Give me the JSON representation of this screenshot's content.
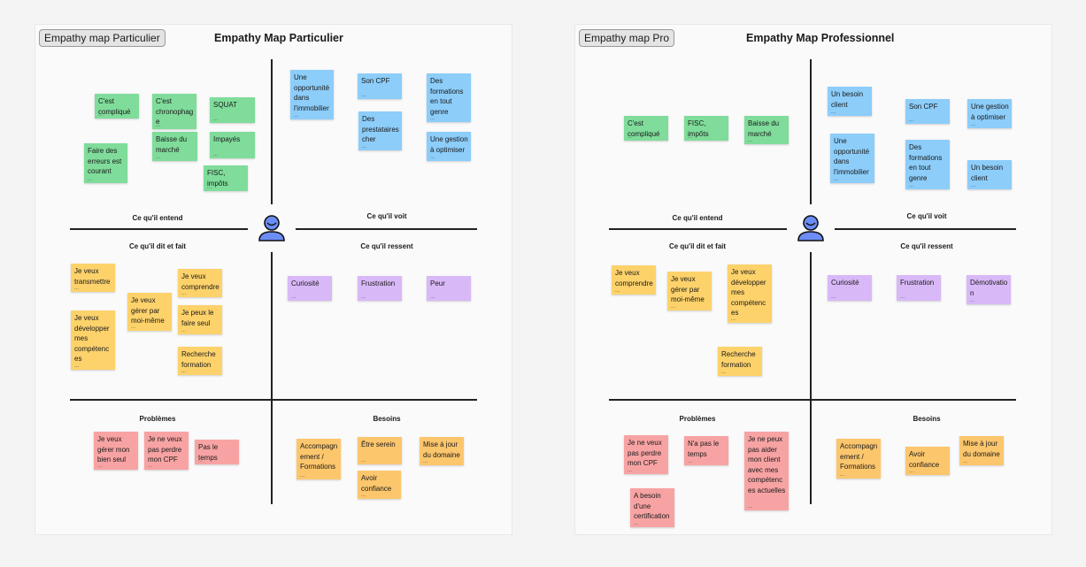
{
  "boards": [
    {
      "tag": "Empathy map Particulier",
      "title": "Empathy Map Particulier",
      "quadrants": {
        "entend": "Ce qu'il entend",
        "voit": "Ce qu'il voit",
        "dit_fait": "Ce qu'il dit et fait",
        "ressent": "Ce qu'il ressent",
        "problemes": "Problèmes",
        "besoins": "Besoins"
      },
      "notes": {
        "entend": [
          "C'est compliqué",
          "C'est chronophage",
          "SQUAT",
          "Baisse du marché",
          "Impayés",
          "Faire des erreurs est courant",
          "FISC, impôts"
        ],
        "voit": [
          "Une opportunité dans l'immobilier",
          "Son CPF",
          "Des formations en tout genre",
          "Des prestataires cher",
          "Une gestion à optimiser"
        ],
        "dit_fait": [
          "Je veux transmettre",
          "Je veux comprendre",
          "Je veux gérer par moi-même",
          "Je peux le faire seul",
          "Je veux développer mes compétences",
          "Recherche formation"
        ],
        "ressent": [
          "Curiosité",
          "Frustration",
          "Peur"
        ],
        "problemes": [
          "Je veux gérer mon bien seul",
          "Je ne veux pas perdre mon CPF",
          "Pas le temps"
        ],
        "besoins": [
          "Accompagnement / Formations",
          "Être serein",
          "Mise à jour du domaine",
          "Avoir confiance"
        ]
      }
    },
    {
      "tag": "Empathy map Pro",
      "title": "Empathy Map Professionnel",
      "quadrants": {
        "entend": "Ce qu'il entend",
        "voit": "Ce qu'il voit",
        "dit_fait": "Ce qu'il dit et fait",
        "ressent": "Ce qu'il ressent",
        "problemes": "Problèmes",
        "besoins": "Besoins"
      },
      "notes": {
        "entend": [
          "C'est compliqué",
          "FISC, impôts",
          "Baisse du marché"
        ],
        "voit": [
          "Un besoin client",
          "Son CPF",
          "Une gestion à optimiser",
          "Une opportunité dans l'immobilier",
          "Des formations en tout genre",
          "Un besoin client"
        ],
        "dit_fait": [
          "Je veux comprendre",
          "Je veux gérer par moi-même",
          "Je veux développer mes compétences",
          "Recherche formation"
        ],
        "ressent": [
          "Curiosité",
          "Frustration",
          "Démotivation"
        ],
        "problemes": [
          "Je ne veux pas perdre mon CPF",
          "N'a pas le temps",
          "Je ne peux pas aider mon client avec mes compétences actuelles",
          "A besoin d'une certification"
        ],
        "besoins": [
          "Accompagnement / Formations",
          "Avoir confiance",
          "Mise à jour du domaine"
        ]
      }
    }
  ],
  "colors": {
    "entend": "#7fdc9a",
    "voit": "#8ccdfa",
    "dit_fait": "#fdd26b",
    "ressent": "#d9b8f8",
    "problemes": "#f8a3a3",
    "besoins": "#fcc66d",
    "avatar": "#6b8df5"
  },
  "avatar_icon": "user-avatar-icon"
}
